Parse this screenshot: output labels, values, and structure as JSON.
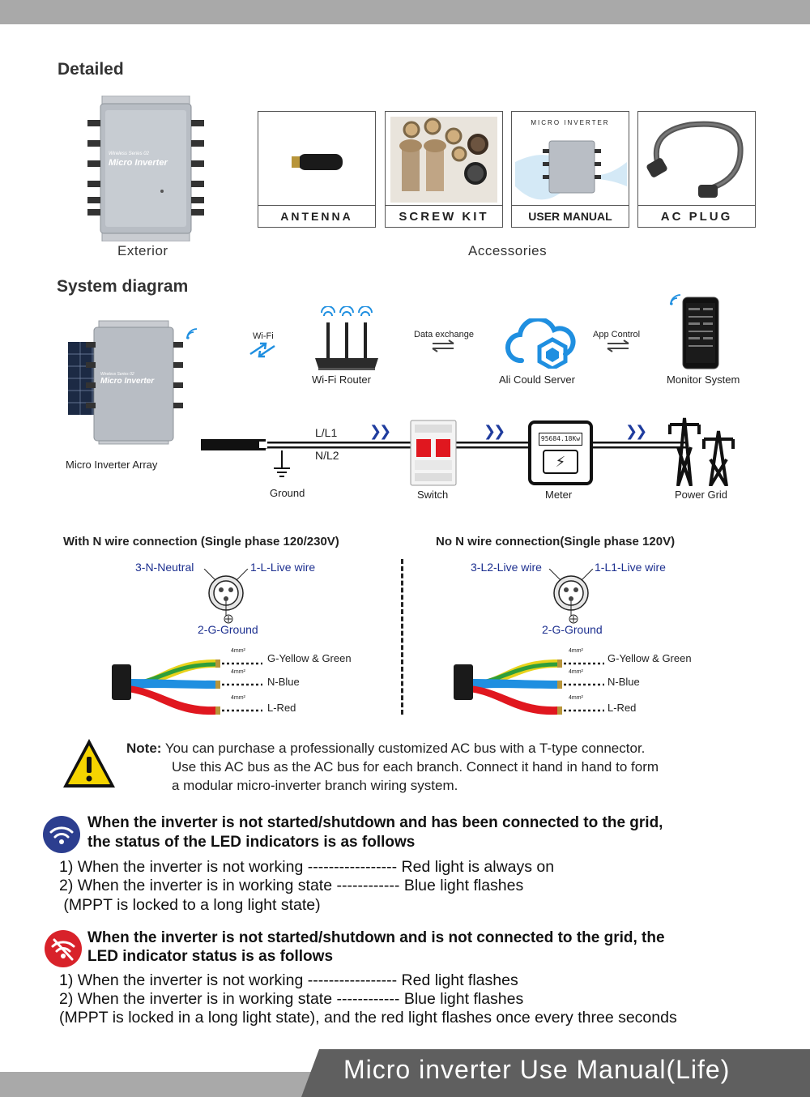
{
  "sections": {
    "detailed": "Detailed",
    "system_diagram": "System diagram"
  },
  "exterior": {
    "caption": "Exterior",
    "device_series": "Wireless Series 02",
    "device_name": "Micro Inverter"
  },
  "accessories": {
    "caption": "Accessories",
    "items": [
      {
        "label": "ANTENNA"
      },
      {
        "label": "SCREW KIT"
      },
      {
        "label": "USER MANUAL",
        "cover_title": "MICRO INVERTER"
      },
      {
        "label": "AC PLUG"
      }
    ]
  },
  "system": {
    "array_label": "Micro Inverter Array",
    "wifi_label": "Wi-Fi",
    "router_label": "Wi-Fi Router",
    "data_exchange": "Data exchange",
    "server_label": "Ali Could Server",
    "app_control": "App Control",
    "monitor_label": "Monitor System",
    "line1": "L/L1",
    "line2": "N/L2",
    "ground_label": "Ground",
    "switch_label": "Switch",
    "meter_label": "Meter",
    "meter_reading": "95684.18Kw",
    "grid_label": "Power Grid"
  },
  "connections": [
    {
      "title": "With N wire connection (Single phase 120/230V)",
      "pin_left": "3-N-Neutral",
      "pin_right": "1-L-Live wire",
      "pin_bottom": "2-G-Ground",
      "wires": [
        {
          "label": "G-Yellow & Green",
          "size": "4mm²"
        },
        {
          "label": "N-Blue",
          "size": "4mm²"
        },
        {
          "label": "L-Red",
          "size": "4mm²"
        }
      ]
    },
    {
      "title": "No N wire connection(Single phase 120V)",
      "pin_left": "3-L2-Live wire",
      "pin_right": "1-L1-Live wire",
      "pin_bottom": "2-G-Ground",
      "wires": [
        {
          "label": "G-Yellow & Green",
          "size": "4mm²"
        },
        {
          "label": "N-Blue",
          "size": "4mm²"
        },
        {
          "label": "L-Red",
          "size": "4mm²"
        }
      ]
    }
  ],
  "note": {
    "label": "Note:",
    "line1": "You can purchase a professionally customized AC bus with a T-type connector.",
    "line2": "Use this AC bus as the AC bus for each branch. Connect it hand in hand to form",
    "line3": "a modular micro-inverter branch wiring system."
  },
  "led_grid": {
    "heading1": "When the inverter is not started/shutdown and has been connected to the grid,",
    "heading2": "the status of the LED indicators is as follows",
    "line1": "1) When the inverter is not working ----------------- Red light is always on",
    "line2": "2) When the inverter is in working state ------------ Blue light flashes",
    "line3": " (MPPT is locked to a long light state)"
  },
  "led_nogrid": {
    "heading1": "When the inverter is not started/shutdown and is not connected to the grid, the",
    "heading2": "LED indicator status is as follows",
    "line1": "1) When the inverter is not working ----------------- Red light flashes",
    "line2": "2) When the inverter is in working state ------------ Blue light flashes",
    "line3": "(MPPT is locked in a long light state), and the red light flashes once every three seconds"
  },
  "footer": {
    "title": "Micro inverter Use Manual(Life)"
  },
  "colors": {
    "wire_yellow": "#e8d21a",
    "wire_green": "#2f9e3a",
    "wire_blue": "#1f8fe0",
    "wire_red": "#e0171f",
    "wifi_badge": "#2c3e8f",
    "nowifi_badge": "#d8222a",
    "arrow_blue": "#1f3c9e"
  }
}
